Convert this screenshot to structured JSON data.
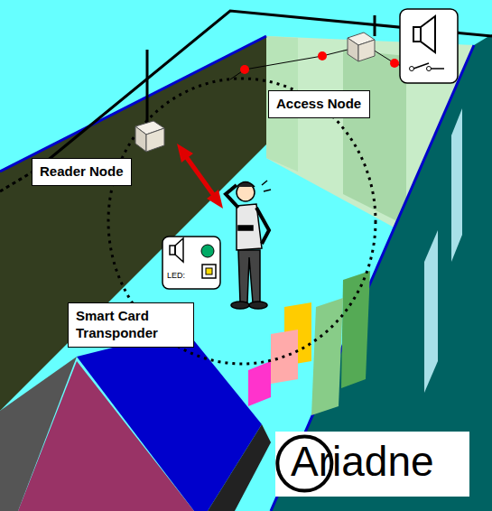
{
  "diagram": {
    "nodes": [
      {
        "text": [
          "Reader Node"
        ]
      },
      {
        "text": [
          "Access Node"
        ]
      },
      {
        "text": [
          "Smart Card Transponder"
        ]
      }
    ],
    "labels": [
      "LED:",
      "Ariadne"
    ]
  }
}
